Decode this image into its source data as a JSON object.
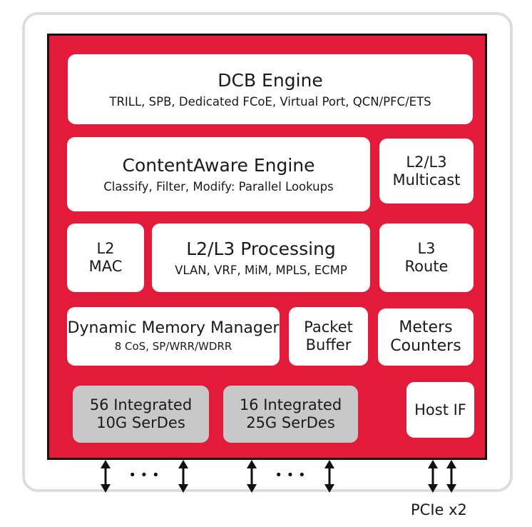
{
  "blocks": {
    "dcb_engine": {
      "title": "DCB Engine",
      "subtitle": "TRILL, SPB, Dedicated FCoE, Virtual Port, QCN/PFC/ETS"
    },
    "contentaware_engine": {
      "title": "ContentAware Engine",
      "subtitle": "Classify, Filter, Modify: Parallel Lookups"
    },
    "l2l3_multicast": {
      "line1": "L2/L3",
      "line2": "Multicast"
    },
    "l2_mac": {
      "line1": "L2",
      "line2": "MAC"
    },
    "l2l3_processing": {
      "title": "L2/L3 Processing",
      "subtitle": "VLAN, VRF, MiM, MPLS, ECMP"
    },
    "l3_route": {
      "line1": "L3",
      "line2": "Route"
    },
    "dynamic_memory_manager": {
      "title": "Dynamic Memory Manager",
      "subtitle": "8 CoS, SP/WRR/WDRR"
    },
    "packet_buffer": {
      "line1": "Packet",
      "line2": "Buffer"
    },
    "meters_counters": {
      "line1": "Meters",
      "line2": "Counters"
    },
    "serdes_10g": {
      "line1": "56 Integrated",
      "line2": "10G SerDes"
    },
    "serdes_25g": {
      "line1": "16 Integrated",
      "line2": "25G SerDes"
    },
    "host_if": {
      "label": "Host IF"
    }
  },
  "io": {
    "ellipsis": "• • •",
    "pcie_label": "PCIe x2"
  },
  "colors": {
    "chip_fill": "#e31b3b",
    "chip_border": "#111111",
    "block_fill": "#ffffff",
    "serdes_fill": "#c8c8c8",
    "outer_border": "#dddddd"
  }
}
